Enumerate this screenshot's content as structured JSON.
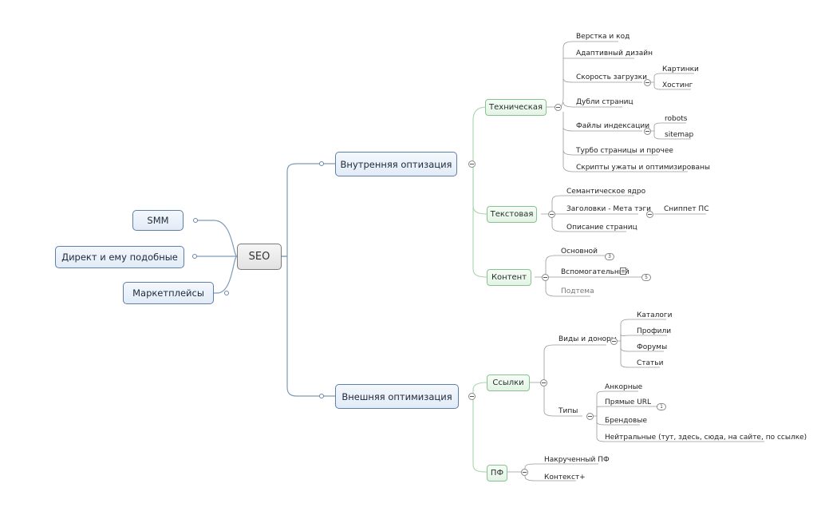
{
  "root": "SEO",
  "left_nodes": [
    "SMM",
    "Директ и ему подобные",
    "Маркетплейсы"
  ],
  "internal": {
    "label": "Внутренняя оптизация",
    "technical": {
      "label": "Техническая",
      "items": [
        "Верстка и код",
        "Адаптивный дизайн",
        "Скорость загрузки",
        "Дубли страниц",
        "Файлы индексации",
        "Турбо страницы и прочее",
        "Скрипты ужаты и оптимизированы"
      ],
      "speed_children": [
        "Картинки",
        "Хостинг"
      ],
      "index_children": [
        "robots",
        "sitemap"
      ]
    },
    "text": {
      "label": "Текстовая",
      "items": [
        "Семантическое ядро",
        "Заголовки - Мета тэги",
        "Описание страниц"
      ],
      "meta_child": "Сниппет ПС"
    },
    "content": {
      "label": "Контент",
      "items": [
        "Основной",
        "Вспомогательный",
        "Подтема"
      ],
      "badges": [
        "3",
        "5"
      ]
    }
  },
  "external": {
    "label": "Внешняя оптимизация",
    "links": {
      "label": "Ссылки",
      "kinds": {
        "label": "Виды и доноры",
        "items": [
          "Каталоги",
          "Профили",
          "Форумы",
          "Статьи"
        ]
      },
      "types": {
        "label": "Типы",
        "items": [
          "Анкорные",
          "Прямые URL",
          "Брендовые",
          "Нейтральные (тут, здесь, сюда, на сайте, по ссылке)"
        ],
        "badge": "1"
      }
    },
    "pf": {
      "label": "ПФ",
      "items": [
        "Накрученный ПФ",
        "Контекст+"
      ]
    }
  },
  "colors": {
    "main_border": "#5d7fa8",
    "sub_border": "#86c48f",
    "line_main": "#7f9ab9",
    "line_sub": "#a9d3ae",
    "line_leaf": "#9a9a9a"
  }
}
